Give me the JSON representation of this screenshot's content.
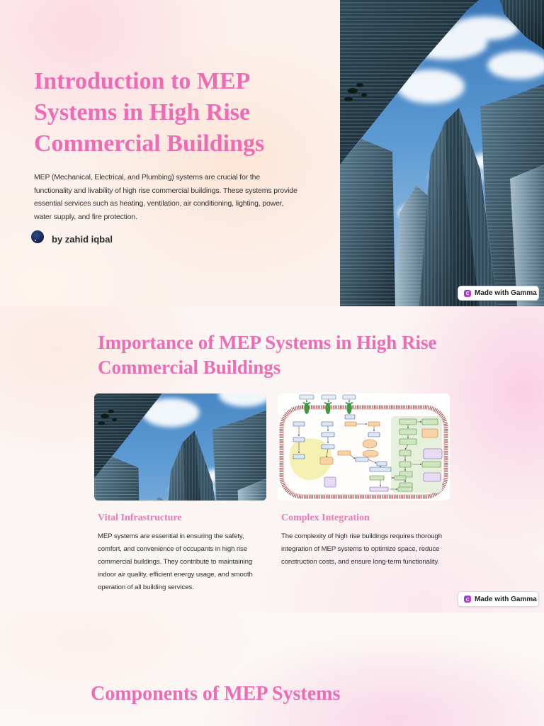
{
  "slide_intro": {
    "title": "Introduction to MEP Systems in High Rise Commercial Buildings",
    "description": "MEP (Mechanical, Electrical, and Plumbing) systems are crucial for the functionality and livability of high rise commercial buildings. These systems provide essential services such as heating, ventilation, air conditioning, lighting, power, water supply, and fire protection.",
    "author": "by zahid iqbal",
    "badge": {
      "label": "Made with Gamma",
      "icon": "gamma-logo-icon"
    }
  },
  "slide_importance": {
    "title": "Importance of MEP Systems in High Rise Commercial Buildings",
    "cards": [
      {
        "heading": "Vital Infrastructure",
        "text": "MEP systems are essential in ensuring the safety, comfort, and convenience of occupants in high rise commercial buildings. They contribute to maintaining indoor air quality, efficient energy usage, and smooth operation of all building services."
      },
      {
        "heading": "Complex Integration",
        "text": "The complexity of high rise buildings requires thorough integration of MEP systems to optimize space, reduce construction costs, and ensure long-term functionality."
      }
    ],
    "badge": {
      "label": "Made with Gamma",
      "icon": "gamma-logo-icon"
    }
  },
  "slide_components": {
    "title": "Components of MEP Systems"
  },
  "colors": {
    "title_pink": "#ef6cb5",
    "heading_pink": "#ef79b8",
    "body_text": "#333333",
    "avatar": "#1b2a58",
    "gamma_logo": [
      "#7a3fe6",
      "#d53fb3"
    ]
  }
}
